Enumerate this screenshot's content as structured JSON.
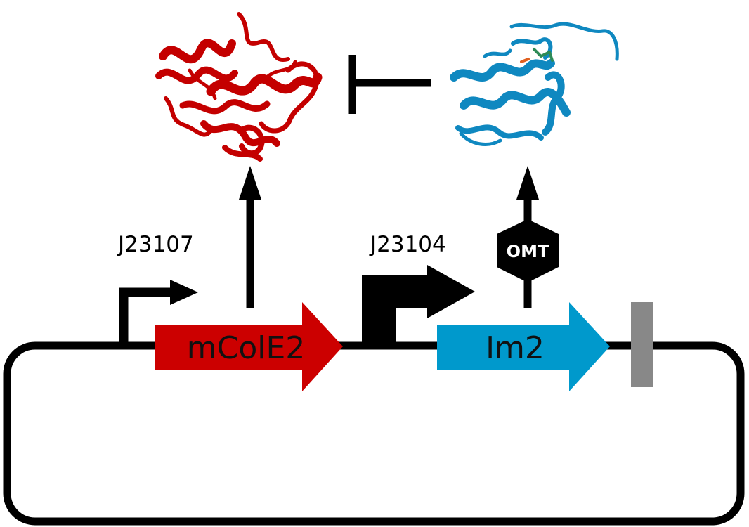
{
  "promoters": [
    {
      "id": "weak",
      "label": "J23107"
    },
    {
      "id": "strong",
      "label": "J23104"
    }
  ],
  "genes": [
    {
      "id": "toxin",
      "label": "mColE2",
      "color": "#cc0000"
    },
    {
      "id": "immunity",
      "label": "Im2",
      "color": "#0099cc"
    }
  ],
  "modifier": {
    "label": "OMT",
    "shape": "hexagon",
    "color": "#000000"
  },
  "terminator": {
    "color": "#888888"
  },
  "proteins": [
    {
      "id": "toxin-protein",
      "icon": "red-ribbon-protein-structure",
      "color": "#cc0000"
    },
    {
      "id": "immunity-protein",
      "icon": "blue-ribbon-protein-structure",
      "color": "#0f88c0"
    }
  ],
  "interaction": {
    "type": "inhibition",
    "from": "immunity-protein",
    "to": "toxin-protein"
  }
}
